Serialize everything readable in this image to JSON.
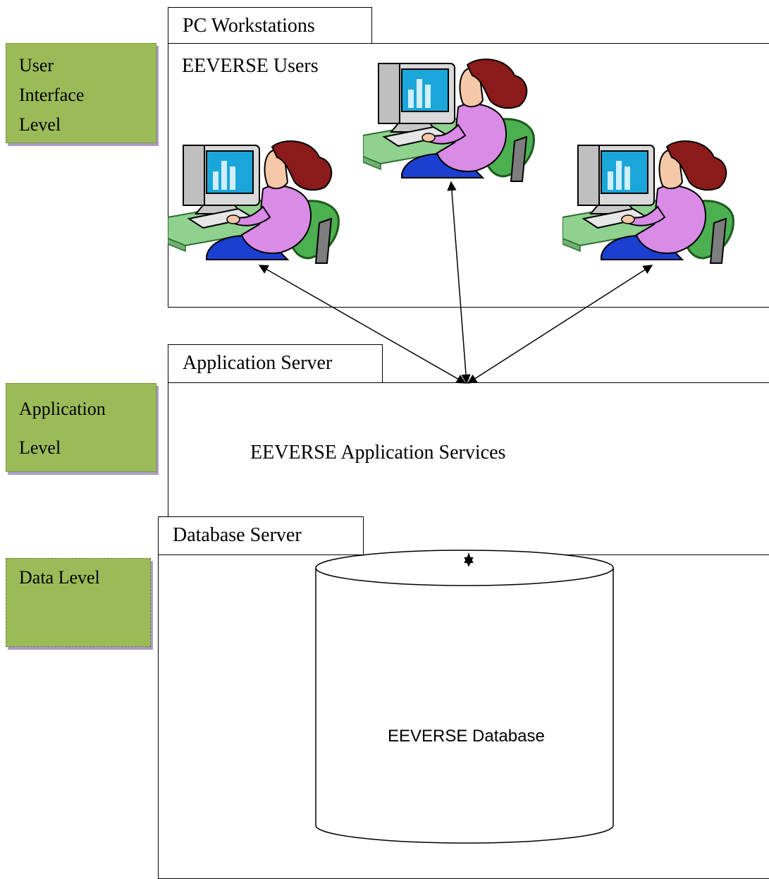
{
  "levels": {
    "user_interface": [
      "User",
      "Interface",
      "Level"
    ],
    "application": [
      "Application",
      "Level"
    ],
    "data": [
      "Data Level"
    ]
  },
  "tiers": {
    "workstations": {
      "tab": "PC Workstations",
      "content": "EEVERSE Users"
    },
    "application": {
      "tab": "Application Server",
      "content": "EEVERSE Application Services"
    },
    "database": {
      "tab": "Database Server",
      "content": "EEVERSE Database"
    }
  },
  "colors": {
    "level_fill": "#9bbb59",
    "level_shadow": "#a99bc8",
    "monitor_screen": "#1aa6d9",
    "user_shirt": "#d98be6",
    "user_hair": "#8b1a1a",
    "chair": "#4caf50",
    "pants": "#1a3fd1"
  },
  "icons": [
    "user-at-workstation-icon",
    "database-cylinder-icon"
  ]
}
